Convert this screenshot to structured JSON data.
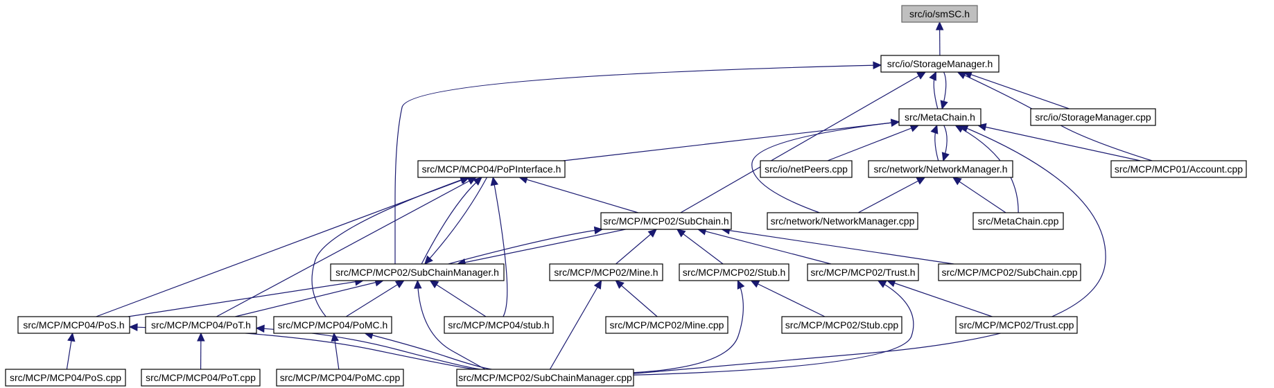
{
  "graph": {
    "root": "src/io/smSC.h",
    "colors": {
      "edge": "#191970",
      "root_fill": "#bfbfbf",
      "node_fill": "#ffffff",
      "node_stroke": "#000000"
    },
    "nodes": [
      {
        "id": "smsc",
        "label": "src/io/smSC.h"
      },
      {
        "id": "storagemgr",
        "label": "src/io/StorageManager.h"
      },
      {
        "id": "metachain",
        "label": "src/MetaChain.h"
      },
      {
        "id": "storagecpp",
        "label": "src/io/StorageManager.cpp"
      },
      {
        "id": "popif",
        "label": "src/MCP/MCP04/PoPInterface.h"
      },
      {
        "id": "netpeers",
        "label": "src/io/netPeers.cpp"
      },
      {
        "id": "netmgr",
        "label": "src/network/NetworkManager.h"
      },
      {
        "id": "account",
        "label": "src/MCP/MCP01/Account.cpp"
      },
      {
        "id": "subchain",
        "label": "src/MCP/MCP02/SubChain.h"
      },
      {
        "id": "netmgrcpp",
        "label": "src/network/NetworkManager.cpp"
      },
      {
        "id": "metachaincpp",
        "label": "src/MetaChain.cpp"
      },
      {
        "id": "scmgr",
        "label": "src/MCP/MCP02/SubChainManager.h"
      },
      {
        "id": "mine",
        "label": "src/MCP/MCP02/Mine.h"
      },
      {
        "id": "stubh",
        "label": "src/MCP/MCP02/Stub.h"
      },
      {
        "id": "trust",
        "label": "src/MCP/MCP02/Trust.h"
      },
      {
        "id": "subchaincpp",
        "label": "src/MCP/MCP02/SubChain.cpp"
      },
      {
        "id": "pos",
        "label": "src/MCP/MCP04/PoS.h"
      },
      {
        "id": "pot",
        "label": "src/MCP/MCP04/PoT.h"
      },
      {
        "id": "pomc",
        "label": "src/MCP/MCP04/PoMC.h"
      },
      {
        "id": "stub04",
        "label": "src/MCP/MCP04/stub.h"
      },
      {
        "id": "minecpp",
        "label": "src/MCP/MCP02/Mine.cpp"
      },
      {
        "id": "stubcpp",
        "label": "src/MCP/MCP02/Stub.cpp"
      },
      {
        "id": "trustcpp",
        "label": "src/MCP/MCP02/Trust.cpp"
      },
      {
        "id": "poscpp",
        "label": "src/MCP/MCP04/PoS.cpp"
      },
      {
        "id": "potcpp",
        "label": "src/MCP/MCP04/PoT.cpp"
      },
      {
        "id": "pomccpp",
        "label": "src/MCP/MCP04/PoMC.cpp"
      },
      {
        "id": "scmgrcpp",
        "label": "src/MCP/MCP02/SubChainManager.cpp"
      }
    ],
    "edges": [
      [
        "smsc",
        "storagemgr"
      ],
      [
        "storagemgr",
        "metachain"
      ],
      [
        "metachain",
        "storagemgr"
      ],
      [
        "storagemgr",
        "storagecpp"
      ],
      [
        "storagemgr",
        "account"
      ],
      [
        "storagemgr",
        "subchain"
      ],
      [
        "storagemgr",
        "scmgr"
      ],
      [
        "metachain",
        "popif"
      ],
      [
        "metachain",
        "netpeers"
      ],
      [
        "metachain",
        "netmgr"
      ],
      [
        "netmgr",
        "metachain"
      ],
      [
        "metachain",
        "account"
      ],
      [
        "metachain",
        "netmgrcpp"
      ],
      [
        "metachain",
        "metachaincpp"
      ],
      [
        "metachain",
        "scmgrcpp"
      ],
      [
        "netmgr",
        "netmgrcpp"
      ],
      [
        "netmgr",
        "metachaincpp"
      ],
      [
        "popif",
        "subchain"
      ],
      [
        "popif",
        "scmgr"
      ],
      [
        "scmgr",
        "popif"
      ],
      [
        "popif",
        "pos"
      ],
      [
        "popif",
        "pot"
      ],
      [
        "popif",
        "pomc"
      ],
      [
        "popif",
        "stub04"
      ],
      [
        "subchain",
        "scmgr"
      ],
      [
        "scmgr",
        "subchain"
      ],
      [
        "subchain",
        "mine"
      ],
      [
        "subchain",
        "stubh"
      ],
      [
        "subchain",
        "trust"
      ],
      [
        "subchain",
        "subchaincpp"
      ],
      [
        "scmgr",
        "pos"
      ],
      [
        "scmgr",
        "pot"
      ],
      [
        "scmgr",
        "pomc"
      ],
      [
        "scmgr",
        "stub04"
      ],
      [
        "scmgr",
        "scmgrcpp"
      ],
      [
        "mine",
        "minecpp"
      ],
      [
        "mine",
        "scmgrcpp"
      ],
      [
        "stubh",
        "stubcpp"
      ],
      [
        "stubh",
        "scmgrcpp"
      ],
      [
        "trust",
        "trustcpp"
      ],
      [
        "trust",
        "scmgrcpp"
      ],
      [
        "pos",
        "poscpp"
      ],
      [
        "pos",
        "scmgrcpp"
      ],
      [
        "pot",
        "potcpp"
      ],
      [
        "pot",
        "scmgrcpp"
      ],
      [
        "pomc",
        "pomccpp"
      ],
      [
        "pomc",
        "scmgrcpp"
      ]
    ]
  }
}
